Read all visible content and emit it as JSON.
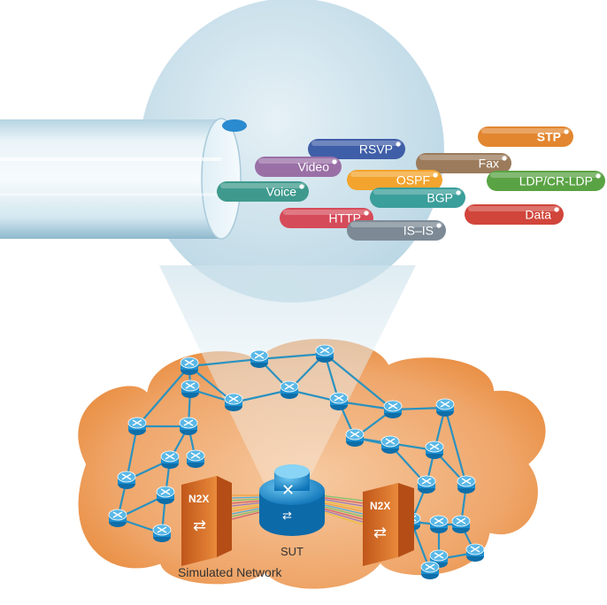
{
  "protocols": [
    {
      "label": "STP",
      "color": "#e2862f"
    },
    {
      "label": "RSVP",
      "color": "#3f5ea8"
    },
    {
      "label": "Fax",
      "color": "#9b7b5c"
    },
    {
      "label": "Video",
      "color": "#9a6fa6"
    },
    {
      "label": "OSPF",
      "color": "#f3a42e"
    },
    {
      "label": "LDP/CR-LDP",
      "color": "#5aa344"
    },
    {
      "label": "Voice",
      "color": "#3f9a8d"
    },
    {
      "label": "BGP",
      "color": "#3a9e9a"
    },
    {
      "label": "HTTP",
      "color": "#d64b5a"
    },
    {
      "label": "Data",
      "color": "#d1453b"
    },
    {
      "label": "IS–IS",
      "color": "#7d8a96"
    }
  ],
  "network": {
    "left_tester": "N2X",
    "right_tester": "N2X",
    "sut_label": "SUT",
    "caption": "Simulated Network"
  },
  "colors": {
    "cloud": "#e8893a",
    "links": "#2a92c0",
    "router": "#1c8fd0",
    "circle": "#c7dfe9"
  },
  "icons": [
    "router-icon",
    "crossed-arrows-icon",
    "exchange-arrows-icon"
  ]
}
